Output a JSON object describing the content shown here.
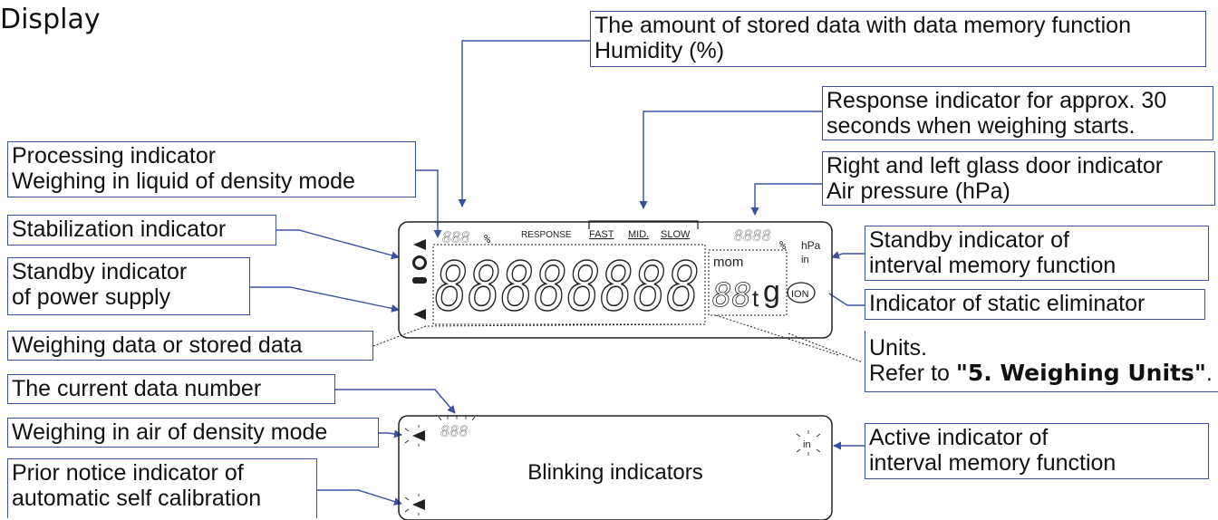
{
  "title": "Display",
  "labels": {
    "stored_amount_1": "The amount of stored data with data memory function",
    "stored_amount_2": "Humidity (%)",
    "response_1": "Response indicator for approx. 30",
    "response_2": "seconds when weighing starts.",
    "processing_1": "Processing indicator",
    "processing_2": "Weighing in liquid of density mode",
    "glass_door_1": "Right and left glass door indicator",
    "glass_door_2": "Air pressure (hPa)",
    "stabilization": "Stabilization indicator",
    "standby_interval_1": "Standby indicator of",
    "standby_interval_2": "interval memory function",
    "standby_power_1": "Standby indicator",
    "standby_power_2": "of power supply",
    "static_eliminator": "Indicator of static eliminator",
    "weighing_data": "Weighing data or stored data",
    "units_1": "Units.",
    "units_2_prefix": "Refer to ",
    "units_2_ref": "\"5. Weighing Units\"",
    "units_2_suffix": ".",
    "current_number": "The current data number",
    "air_density": "Weighing in air of density mode",
    "prior_notice_1": "Prior notice indicator of",
    "prior_notice_2": "automatic self calibration",
    "active_interval_1": "Active indicator of",
    "active_interval_2": "interval memory function",
    "blinking": "Blinking indicators"
  },
  "lcd": {
    "small_digits": "888",
    "percent": "%",
    "response": "RESPONSE",
    "fast": "FAST",
    "mid": "MID.",
    "slow": "SLOW",
    "right_digits": "8888",
    "hpa": "hPa",
    "in": "in",
    "mom": "mom",
    "main_digits": "88888888",
    "unit_digits": "88",
    "t": "t",
    "g": "g",
    "ion": "ION",
    "blink_digits": "888",
    "blink_in": "in"
  },
  "colors": {
    "line": "#3a50a0",
    "lcd": "#222222"
  }
}
